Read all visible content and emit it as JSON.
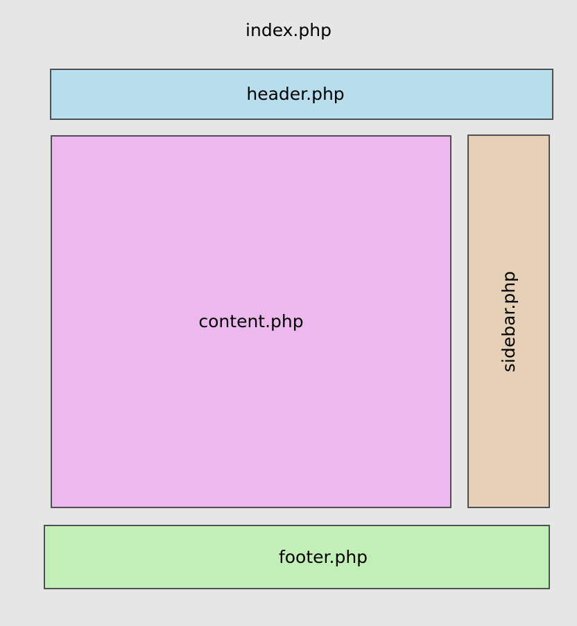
{
  "diagram": {
    "title": "index.php",
    "background_color": "#e6e6e6",
    "border_color": "#4f4f52",
    "blocks": [
      {
        "id": "header",
        "label": "header.php",
        "color": "#b8dded",
        "orientation": "horizontal"
      },
      {
        "id": "content",
        "label": "content.php",
        "color": "#edb8ee",
        "orientation": "horizontal"
      },
      {
        "id": "sidebar",
        "label": "sidebar.php",
        "color": "#e6d0b8",
        "orientation": "vertical"
      },
      {
        "id": "footer",
        "label": "footer.php",
        "color": "#c2eeb8",
        "orientation": "horizontal"
      }
    ]
  }
}
